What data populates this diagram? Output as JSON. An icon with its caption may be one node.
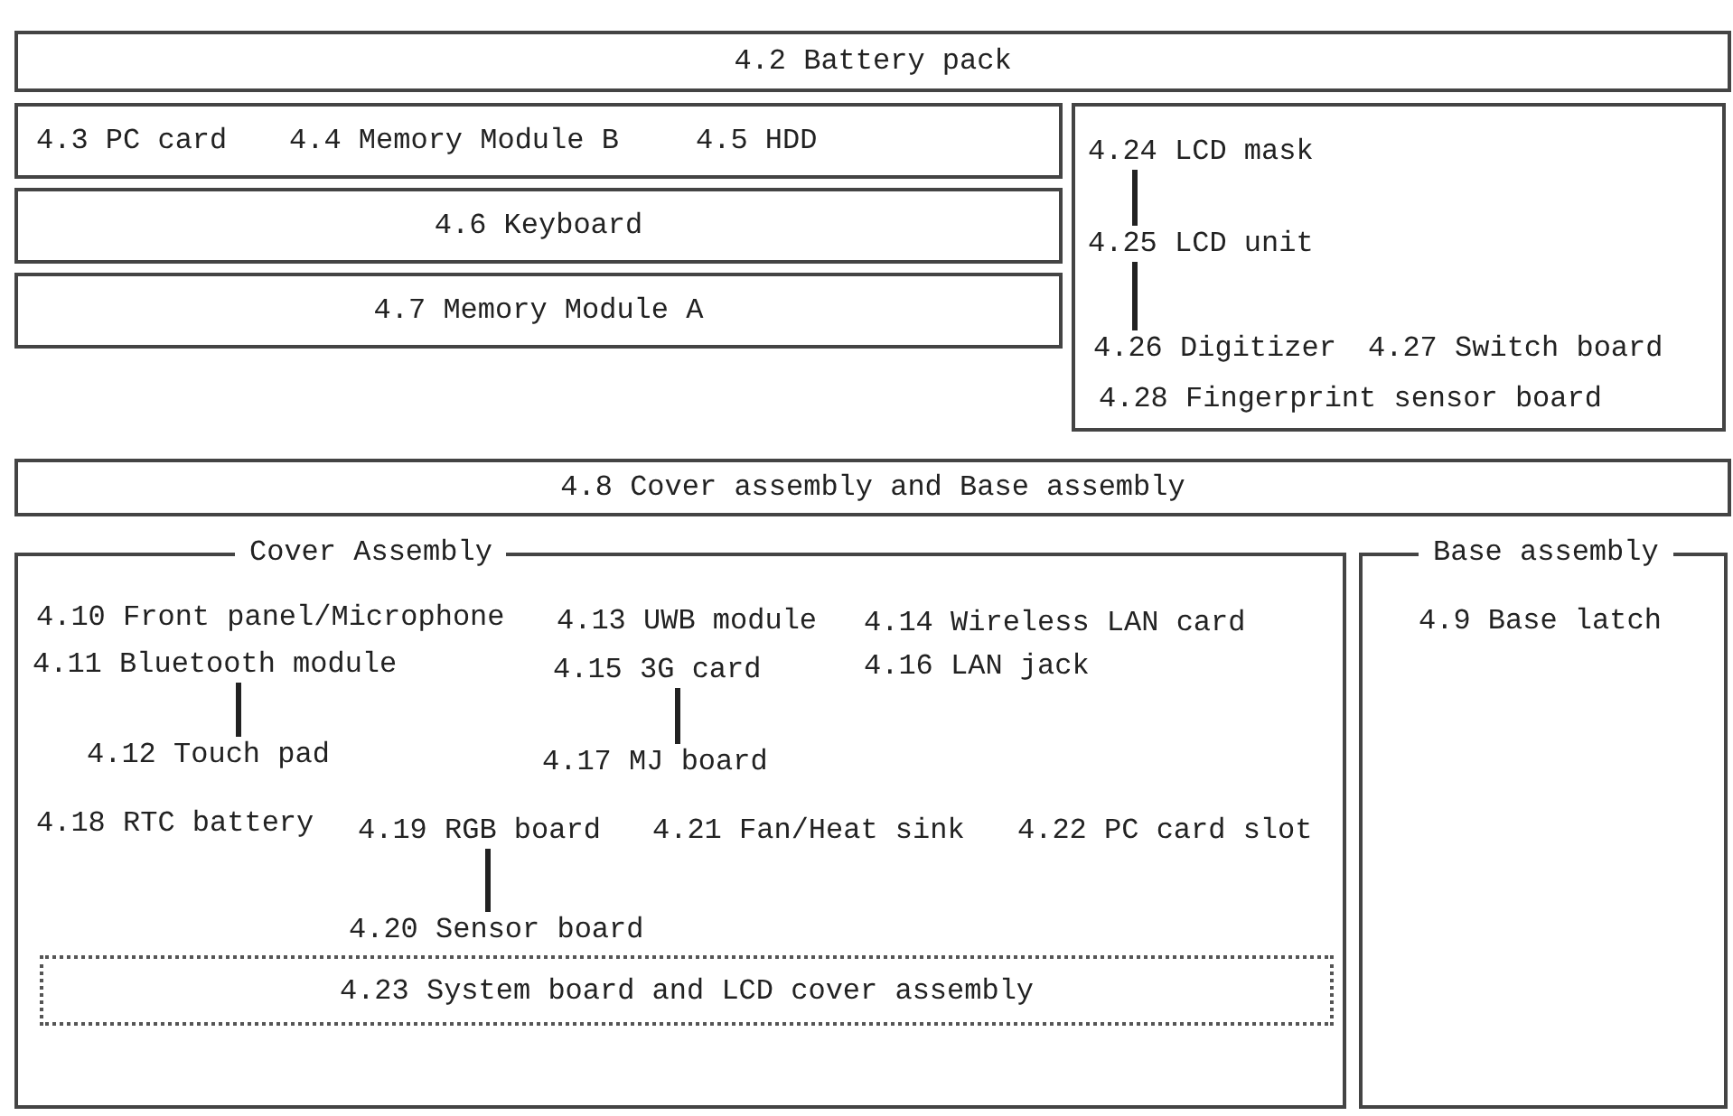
{
  "diagram": {
    "nodes": [
      {
        "text": [
          "4.2 Battery pack"
        ]
      },
      {
        "text": [
          "4.3 PC card",
          "4.4 Memory Module B",
          "4.5 HDD"
        ]
      },
      {
        "text": [
          "4.6 Keyboard"
        ]
      },
      {
        "text": [
          "4.7 Memory Module A"
        ]
      },
      {
        "text": [
          "4.27 Switch board",
          "4.28 Fingerprint sensor board"
        ]
      },
      {
        "text": [
          "4.24 LCD mask"
        ],
        "in": 4
      },
      {
        "text": [
          "4.25 LCD unit"
        ],
        "in": 4
      },
      {
        "text": [
          "4.26 Digitizer"
        ],
        "in": 4
      },
      {
        "text": [
          "4.8 Cover assembly and Base assembly"
        ]
      },
      {
        "text": [
          "Cover Assembly",
          "4.10 Front panel/Microphone",
          "4.13 UWB module",
          "4.14 Wireless LAN card",
          "4.16 LAN jack",
          "4.18 RTC battery",
          "4.21 Fan/Heat sink",
          "4.22 PC card slot"
        ]
      },
      {
        "text": [
          "4.11 Bluetooth module"
        ],
        "in": 9
      },
      {
        "text": [
          "4.12 Touch pad"
        ],
        "in": 9
      },
      {
        "text": [
          "4.15 3G card"
        ],
        "in": 9
      },
      {
        "text": [
          "4.17 MJ board"
        ],
        "in": 9
      },
      {
        "text": [
          "4.19 RGB board"
        ],
        "in": 9
      },
      {
        "text": [
          "4.20 Sensor board"
        ],
        "in": 9
      },
      {
        "text": [
          "4.23 System board and LCD cover assembly"
        ],
        "in": 9
      },
      {
        "text": [
          "Base assembly",
          "4.9 Base latch"
        ]
      }
    ],
    "edges": [
      {
        "from": 10,
        "to": 11,
        "arrow": "none"
      },
      {
        "from": 12,
        "to": 13,
        "arrow": "none"
      },
      {
        "from": 5,
        "to": 6,
        "arrow": "none"
      },
      {
        "from": 6,
        "to": 7,
        "arrow": "none"
      },
      {
        "from": 14,
        "to": 15,
        "arrow": "none"
      }
    ]
  }
}
